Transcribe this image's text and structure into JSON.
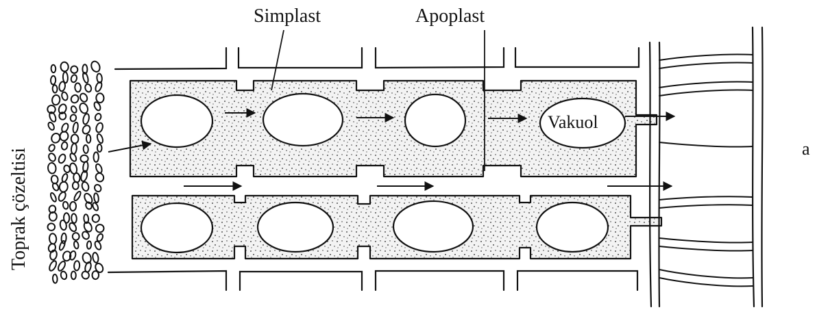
{
  "labels": {
    "simplast": "Simplast",
    "apoplast": "Apoplast",
    "vakuol": "Vakuol",
    "toprak": "Toprak çözeltisi",
    "right_letter": "a"
  },
  "colors": {
    "ink": "#111111",
    "cell_fill": "#f1f1f1",
    "vacuole_fill": "#ffffff",
    "background": "#ffffff"
  }
}
